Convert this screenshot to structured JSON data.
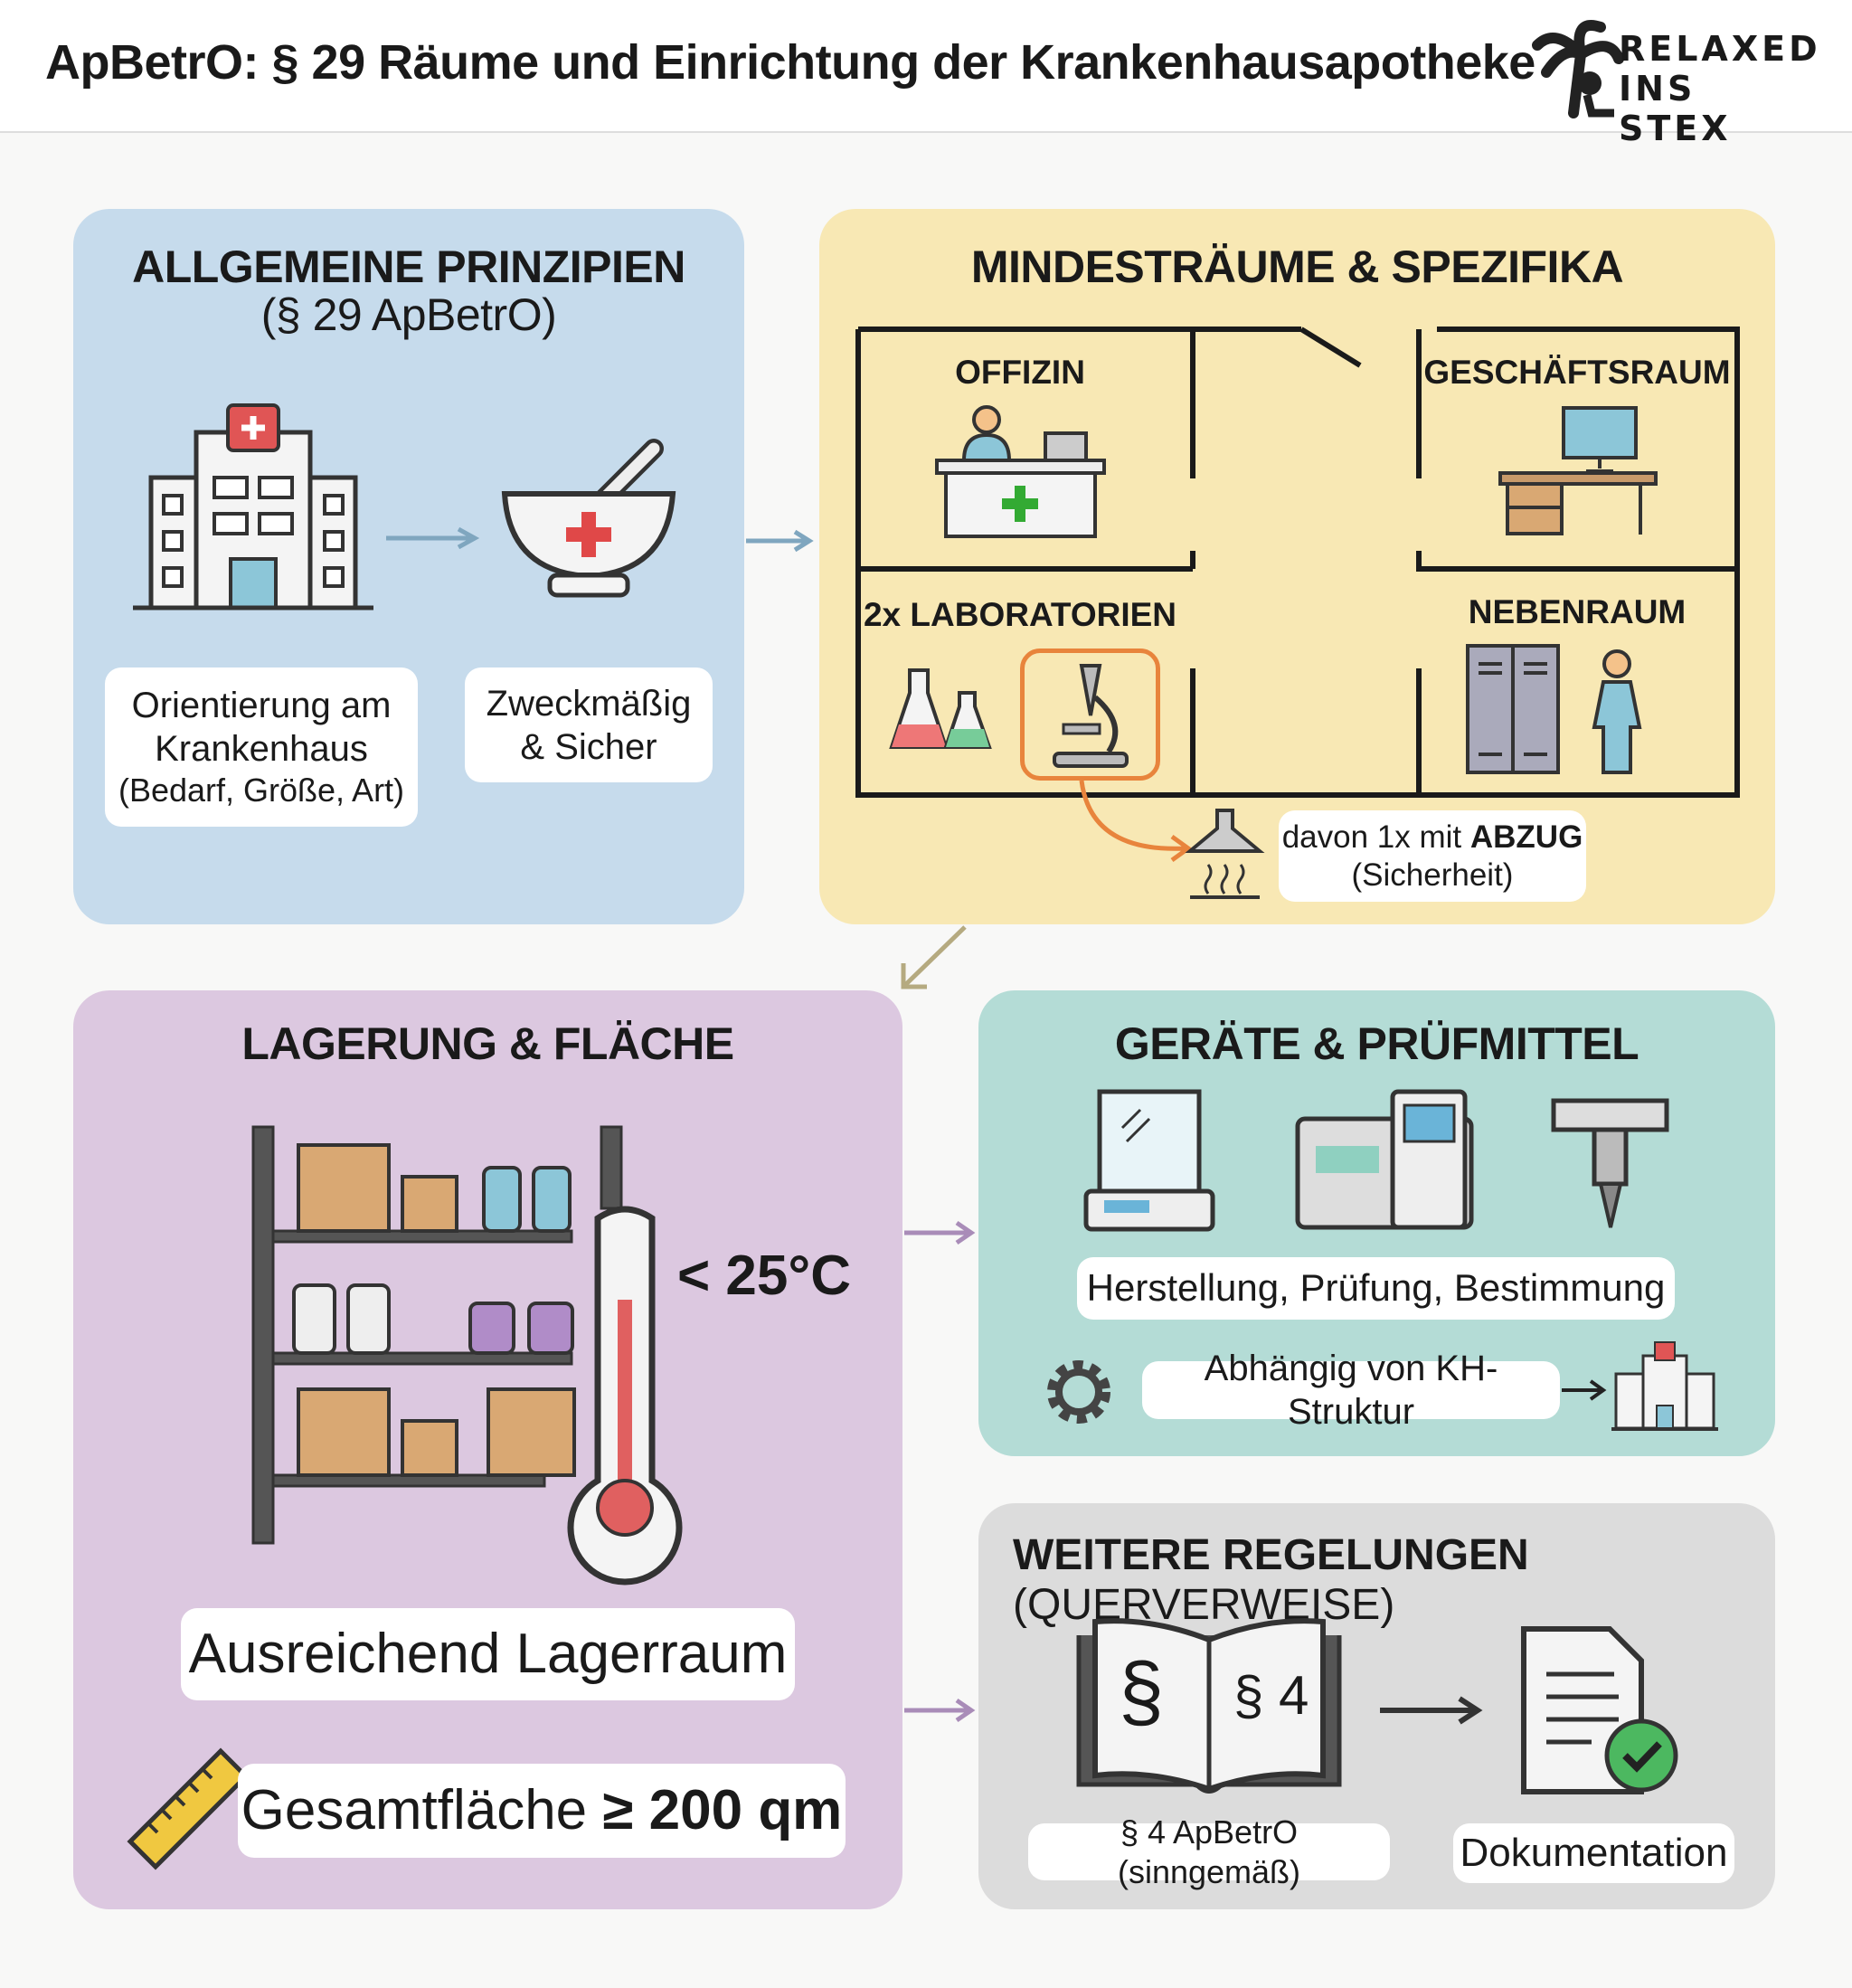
{
  "header": {
    "title": "ApBetrO: § 29 Räume und Einrichtung der Krankenhausapotheke",
    "logo_text": [
      "RELAXED",
      "INS STEX"
    ]
  },
  "panels": {
    "principles": {
      "title": "ALLGEMEINE PRINZIPIEN",
      "subtitle": "(§ 29 ApBetrO)",
      "label1": [
        "Orientierung am",
        "Krankenhaus",
        "(Bedarf, Größe, Art)"
      ],
      "label2": [
        "Zweckmäßig",
        "& Sicher"
      ]
    },
    "rooms": {
      "title": "MINDESTRÄUME & SPEZIFIKA",
      "room1": "OFFIZIN",
      "room2": "GESCHÄFTSRAUM",
      "room3": "2x LABORATORIEN",
      "room4": "NEBENRAUM",
      "note_prefix": "davon 1x mit ",
      "note_bold": "ABZUG",
      "note_line2": "(Sicherheit)"
    },
    "storage": {
      "title": "LAGERUNG & FLÄCHE",
      "temperature": "< 25°C",
      "label1": "Ausreichend Lagerraum",
      "label2_prefix": "Gesamtfläche ",
      "label2_bold": "≥ 200 qm"
    },
    "devices": {
      "title": "GERÄTE & PRÜFMITTEL",
      "label1": "Herstellung, Prüfung, Bestimmung",
      "label2": "Abhängig von KH-Struktur"
    },
    "further": {
      "title_bold": "WEITERE REGELUNGEN",
      "title_rest": " (QUERVERWEISE)",
      "book_left": "§",
      "book_right": "§ 4",
      "label1": "§ 4 ApBetrO (sinngemäß)",
      "label2": "Dokumentation"
    }
  },
  "colors": {
    "blue": "#c6dbec",
    "yellow": "#f8e8b4",
    "purple": "#dcc8e0",
    "teal": "#b4dcd6",
    "gray": "#dcdcdc",
    "accent_orange": "#e8843c"
  }
}
